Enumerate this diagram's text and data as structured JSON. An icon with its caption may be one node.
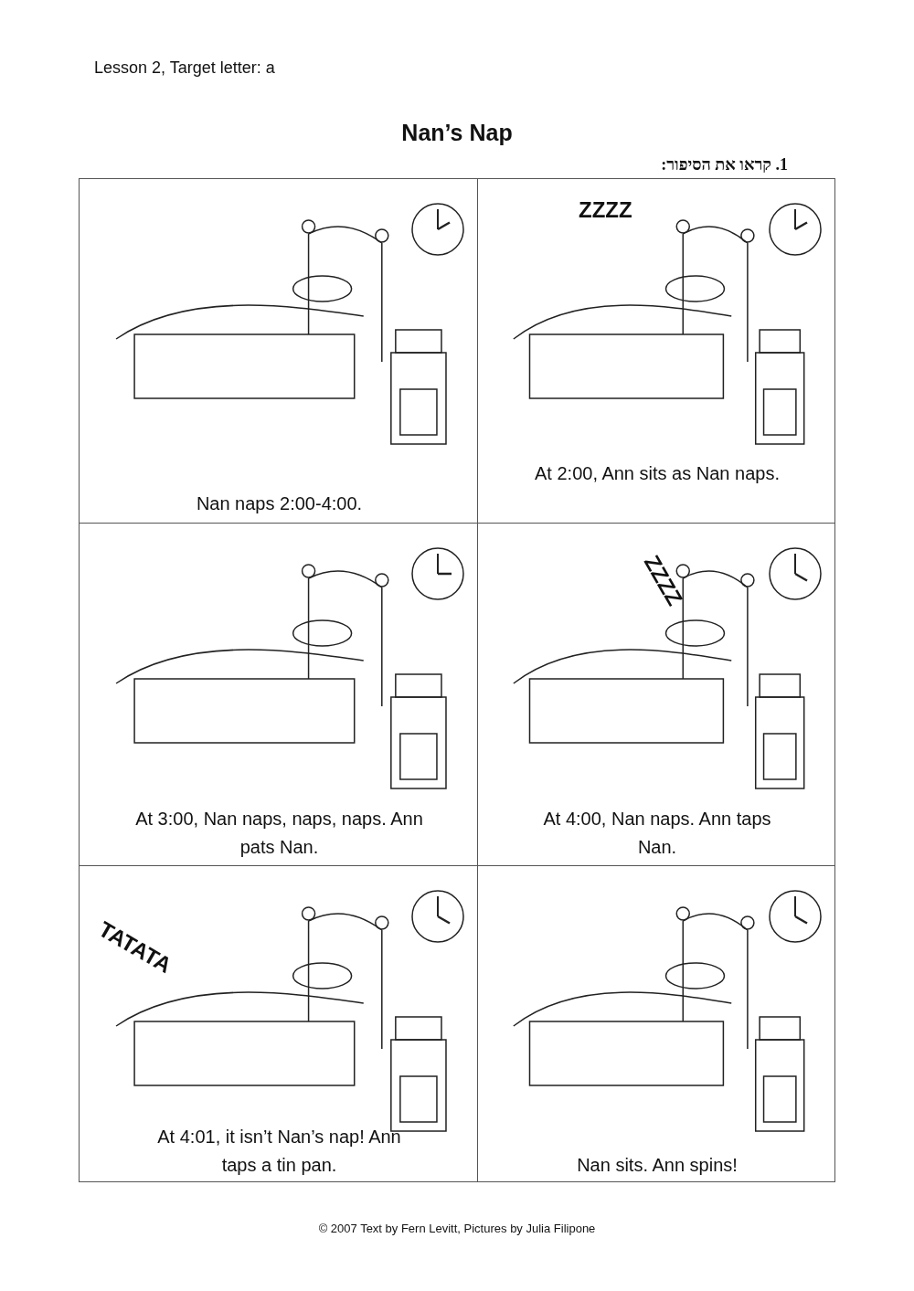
{
  "diagram": {
    "title": "Nan’s Nap",
    "nodes": [
      {
        "text": [
          "Nan naps 2:00-4:00."
        ]
      },
      {
        "text": [
          "At 2:00, Ann sits as Nan naps."
        ]
      },
      {
        "text": [
          "At 3:00, Nan naps, naps, naps. Ann pats Nan."
        ]
      },
      {
        "text": [
          "At 4:00, Nan naps. Ann taps Nan."
        ]
      },
      {
        "text": [
          "At 4:01, it isn’t Nan’s nap! Ann taps a tin pan."
        ]
      },
      {
        "text": [
          "Nan sits. Ann spins!"
        ]
      }
    ],
    "labels": [
      "Lesson 2, Target letter: a",
      "1. קראו את הסיפור:",
      "ZZZZ",
      "ZZZZ",
      "TATATA",
      "© 2007 Text by Fern Levitt, Pictures by Julia Filipone"
    ]
  }
}
